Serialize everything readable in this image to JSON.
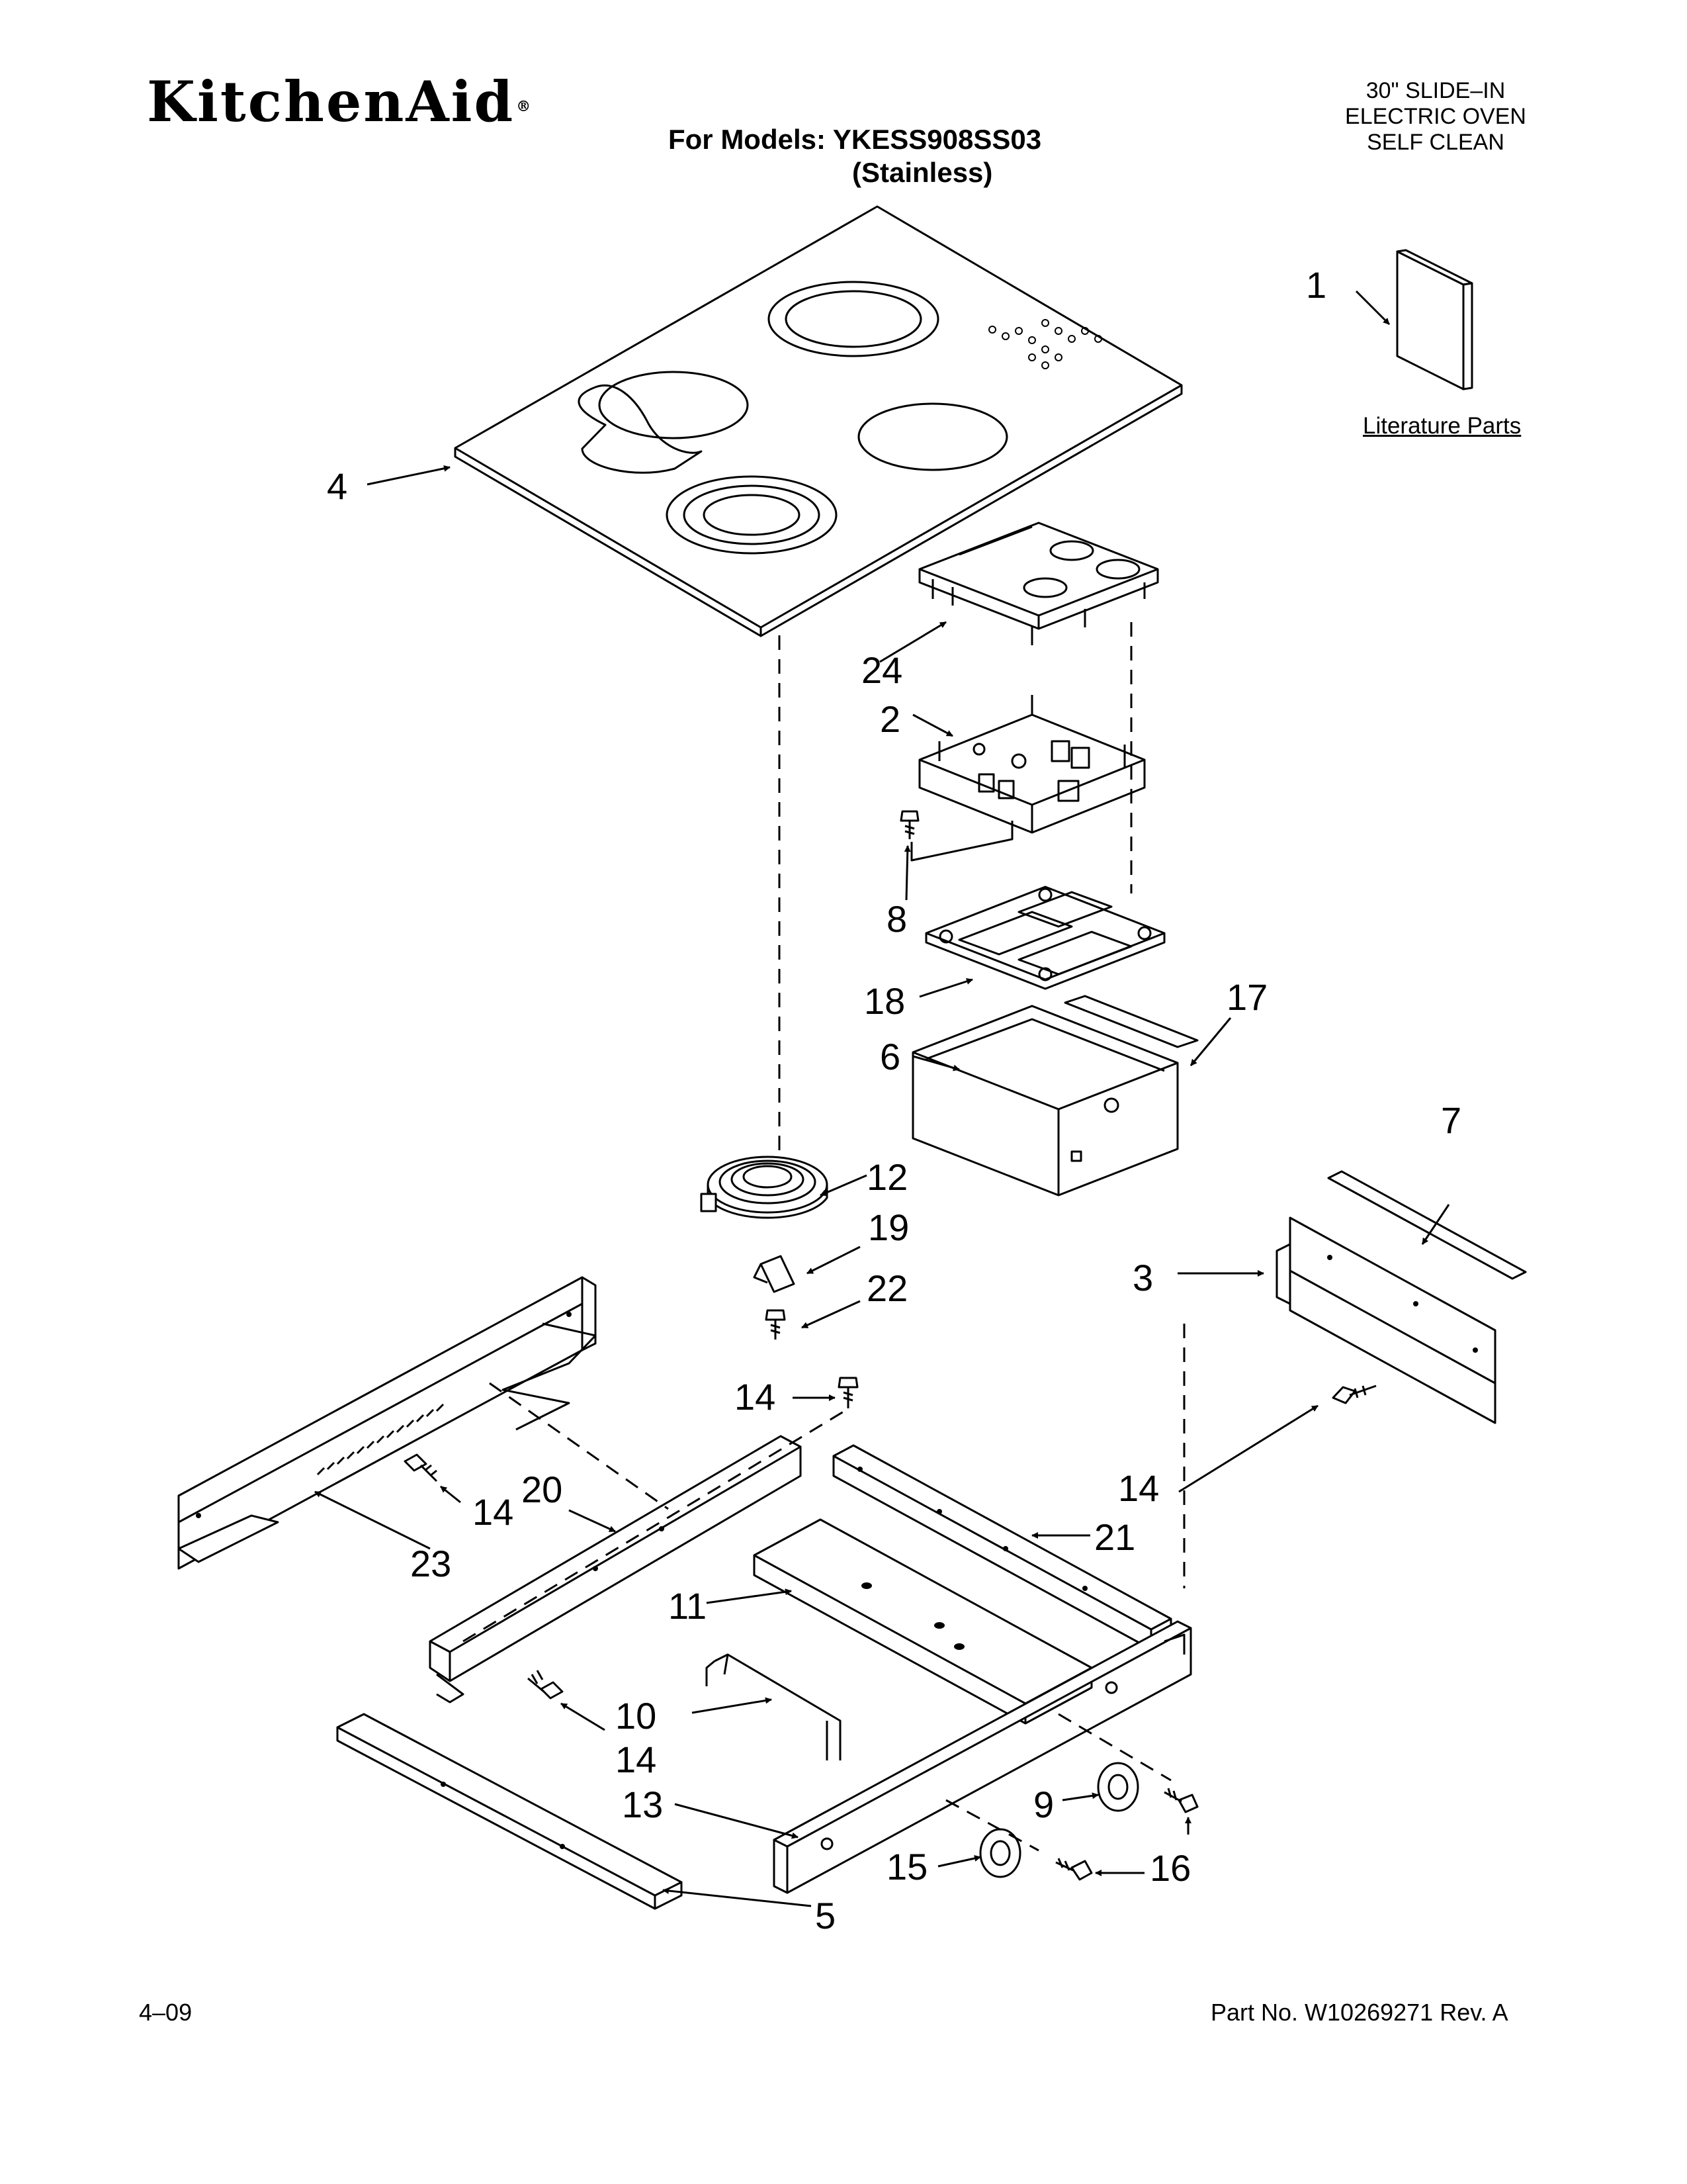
{
  "header": {
    "brand": "KitchenAid",
    "brand_mark": "®",
    "models_line1": "For Models: YKESS908SS03",
    "models_line2": "(Stainless)",
    "product_lines": [
      "30\" SLIDE–IN",
      "ELECTRIC OVEN",
      "SELF CLEAN"
    ]
  },
  "literature_label": "Literature Parts",
  "part_callouts": [
    "1",
    "2",
    "3",
    "4",
    "5",
    "6",
    "7",
    "8",
    "9",
    "10",
    "11",
    "12",
    "13",
    "14",
    "15",
    "16",
    "17",
    "18",
    "19",
    "20",
    "21",
    "22",
    "23",
    "24"
  ],
  "footer": {
    "date": "4–09",
    "part_number": "Part No. W10269271 Rev. A"
  }
}
